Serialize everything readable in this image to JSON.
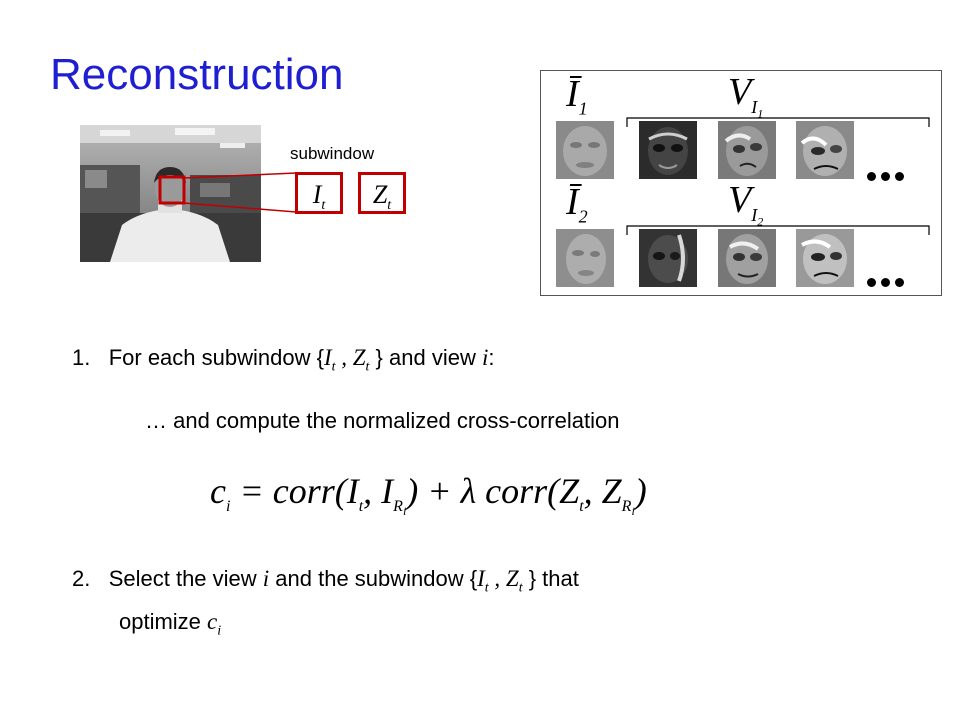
{
  "title": "Reconstruction",
  "photo": {
    "label": "subwindow"
  },
  "subwindow_boxes": {
    "i_label": "I",
    "i_sub": "t",
    "z_label": "Z",
    "z_sub": "t"
  },
  "panel": {
    "row1": {
      "mean_label": "Ī",
      "mean_sub": "1",
      "v_label": "V",
      "v_sub_base": "I",
      "v_sub_index": "1"
    },
    "row2": {
      "mean_label": "Ī",
      "mean_sub": "2",
      "v_label": "V",
      "v_sub_base": "I",
      "v_sub_index": "2"
    }
  },
  "steps": {
    "step1": {
      "number": "1.",
      "prefix": "For each subwindow {",
      "var_i": "I",
      "sub_t": "t",
      "comma": " , ",
      "var_z": "Z",
      "suffix": " } and view ",
      "var_view": "i",
      "end": ":"
    },
    "step1_detail": "… and compute the normalized cross-correlation",
    "equation": {
      "lhs": "c",
      "lhs_sub": "i",
      "eq": " = corr(",
      "arg1": "I",
      "arg1_sub": "t",
      "arg2": ", I",
      "arg2_sub": "R",
      "arg2_subsub": "i",
      "mid": ") + λ corr(",
      "arg3": "Z",
      "arg3_sub": "t",
      "arg4": ", Z",
      "arg4_sub": "R",
      "arg4_subsub": "i",
      "close": ")"
    },
    "step2": {
      "number": "2.",
      "prefix": "Select the view ",
      "var_view": "i",
      "middle": " and the subwindow {",
      "var_i": "I",
      "sub_t": "t",
      "comma": " , ",
      "var_z": "Z",
      "suffix": " } that",
      "line2": "optimize ",
      "var_c": "c",
      "var_c_sub": "i"
    }
  }
}
